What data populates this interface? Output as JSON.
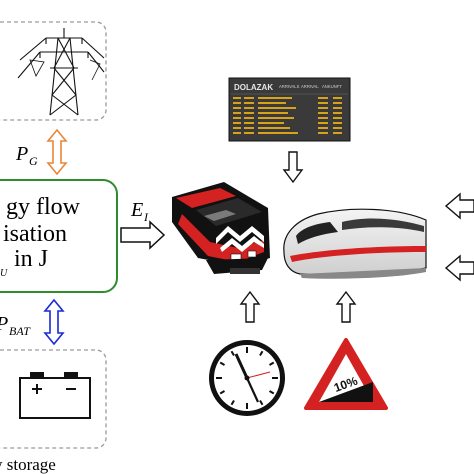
{
  "diagram": {
    "optimisation_box": {
      "line1": "gy flow",
      "line2": "isation",
      "line3": "in J",
      "subscript_fragment": "U"
    },
    "labels": {
      "power_grid": "P",
      "power_grid_sub": "G",
      "power_battery": "P",
      "power_battery_sub": "BAT",
      "energy": "E",
      "energy_sub": "I",
      "storage": "y storage",
      "slope": "10%"
    },
    "departure_board": {
      "title": "DOLAZAK",
      "columns": [
        "ARRIVALS",
        "ARRIVAL",
        "ANKUNFT"
      ],
      "accent_color": "#d9a21b",
      "background_color": "#3a3a3a"
    },
    "icons": [
      "transmission-tower-icon",
      "battery-icon",
      "freight-locomotive-icon",
      "high-speed-train-icon",
      "clock-icon",
      "slope-warning-sign-icon",
      "departure-board-icon"
    ],
    "colors": {
      "grid_arrow": "#e8873a",
      "battery_arrow": "#1a2ad6",
      "box_border": "#2e8b2e",
      "dashed_border": "#9a9a9a",
      "train_red": "#d42121"
    }
  }
}
